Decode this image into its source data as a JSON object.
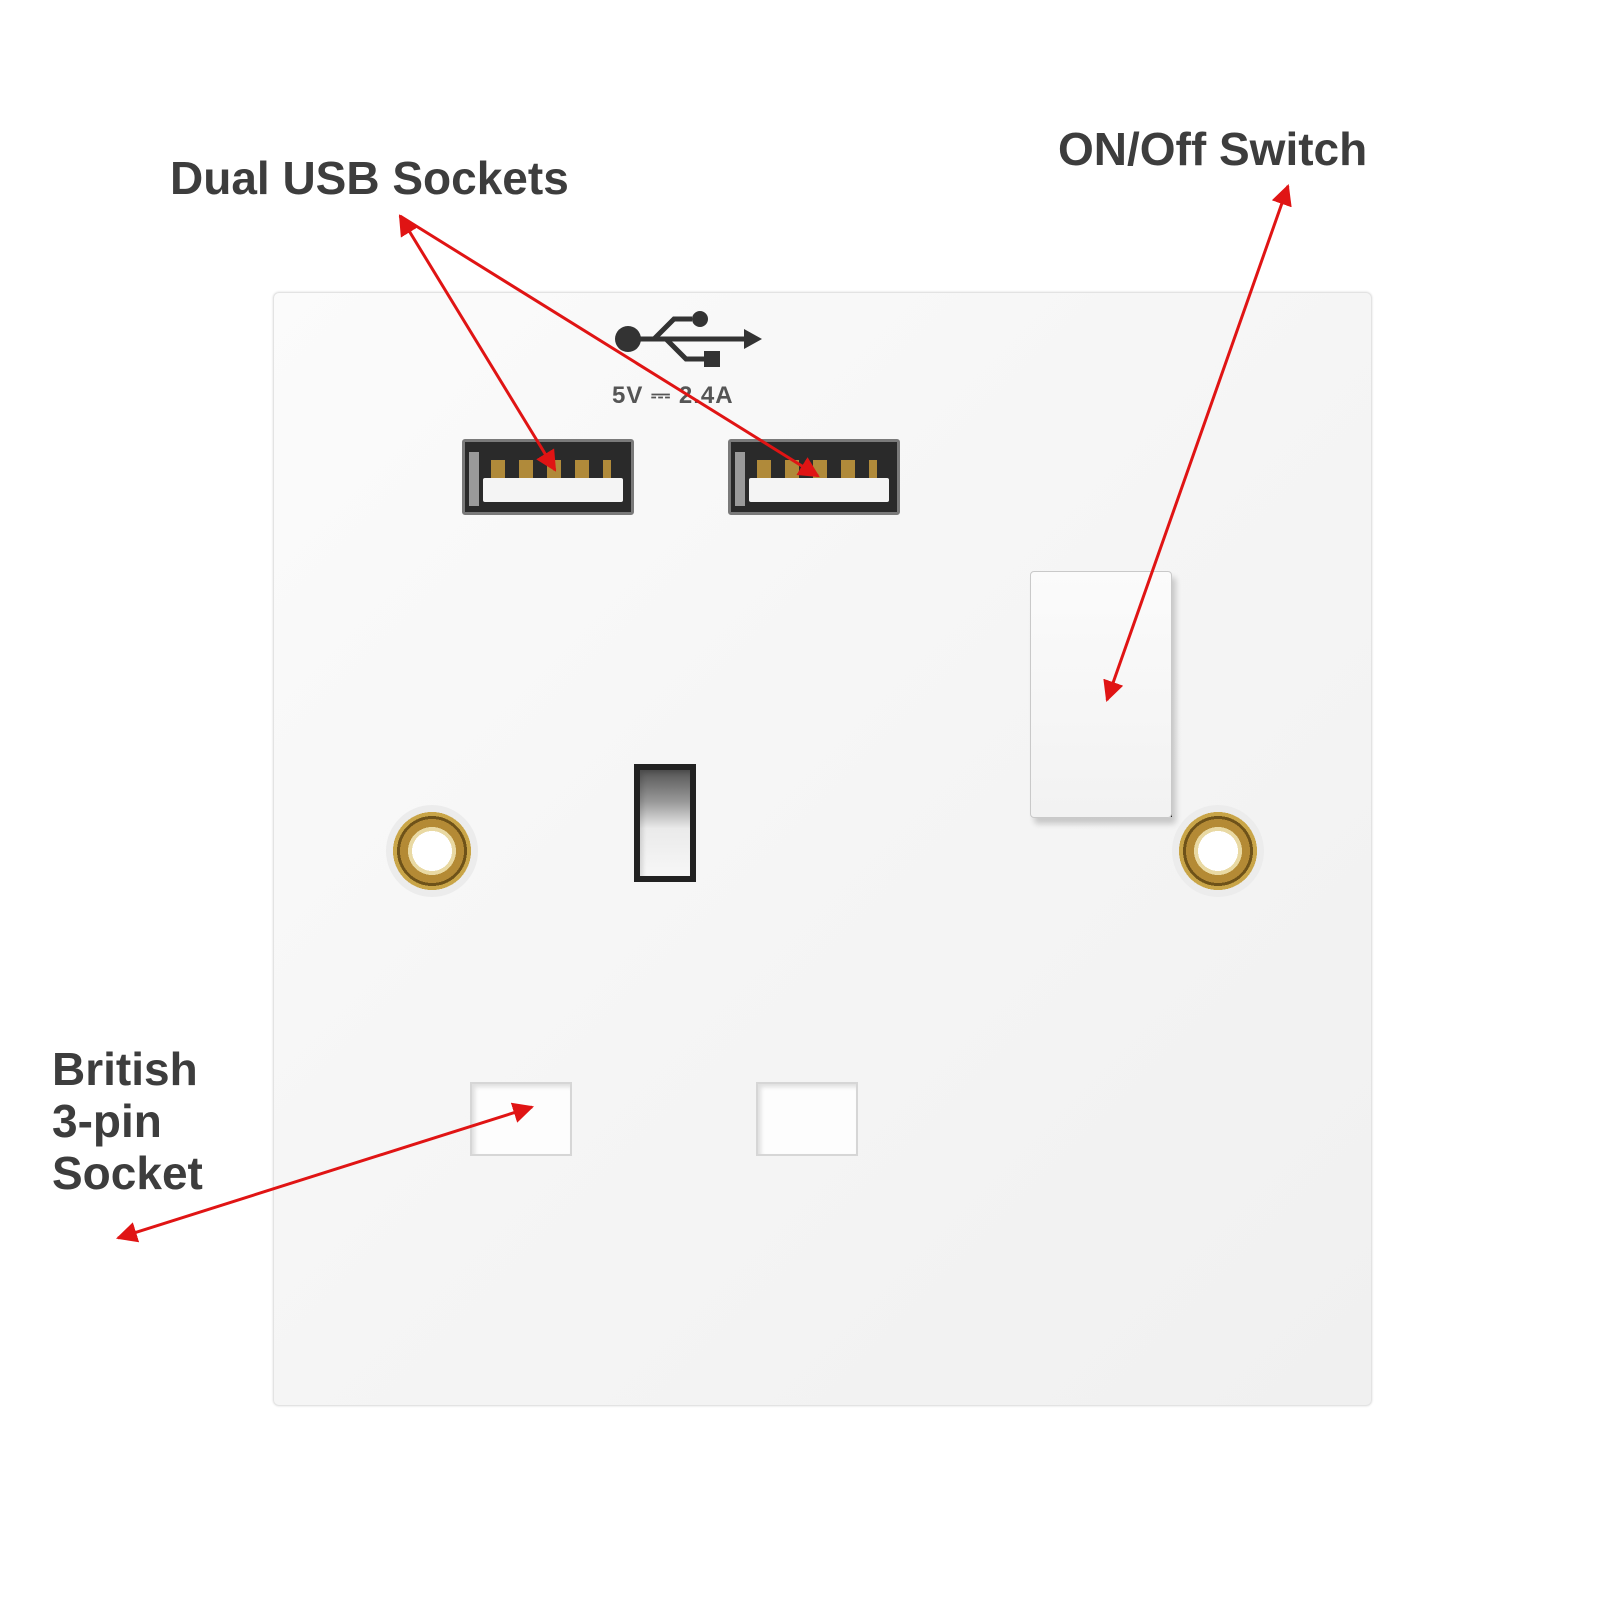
{
  "callouts": {
    "usb": "Dual USB Sockets",
    "switch": "ON/Off Switch",
    "british": [
      "British",
      "3-pin",
      "Socket"
    ]
  },
  "plate": {
    "usb_symbol_icon": "usb-trident-icon",
    "usb_rating": "5V ⎓ 2.4A"
  },
  "colors": {
    "arrow": "#e01414",
    "label_text": "#3d3d3d",
    "plate": "#f7f7f7",
    "brass": "#b48a35"
  }
}
